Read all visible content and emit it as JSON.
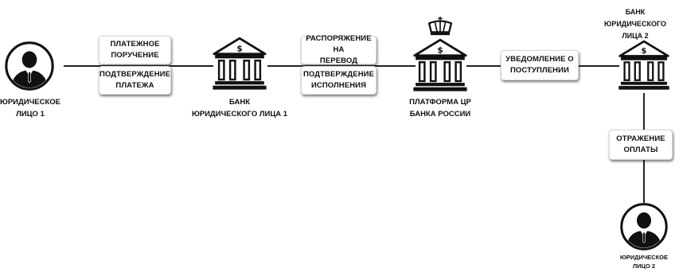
{
  "nodes": {
    "entity1": {
      "label": "ЮРИДИЧЕСКОЕ\nЛИЦО 1"
    },
    "bank1": {
      "label": "БАНК\nЮРИДИЧЕСКОГО ЛИЦА 1"
    },
    "platform": {
      "label": "ПЛАТФОРМА ЦР\nБАНКА РОССИИ"
    },
    "bank2": {
      "label": "БАНК ЮРИДИЧЕСКОГО\nЛИЦА 2"
    },
    "entity2": {
      "label": "ЮРИДИЧЕСКОЕ\nЛИЦО 2"
    }
  },
  "messages": {
    "payment_order": "ПЛАТЕЖНОЕ\nПОРУЧЕНИЕ",
    "payment_confirmation": "ПОДТВЕРЖДЕНИЕ\nПЛАТЕЖА",
    "transfer_order": "РАСПОРЯЖЕНИЕ НА\nПЕРЕВОД",
    "execution_confirmation": "ПОДТВЕРЖДЕНИЕ\nИСПОЛНЕНИЯ",
    "receipt_notice": "УВЕДОМЛЕНИЕ О\nПОСТУПЛЕНИИ",
    "payment_reflection": "ОТРАЖЕНИЕ\nОПЛАТЫ"
  },
  "icons": {
    "person": "person-icon",
    "bank": "bank-building-icon",
    "crown": "crown-icon"
  },
  "colors": {
    "ink": "#111111",
    "line": "#222222",
    "background": "#ffffff"
  }
}
